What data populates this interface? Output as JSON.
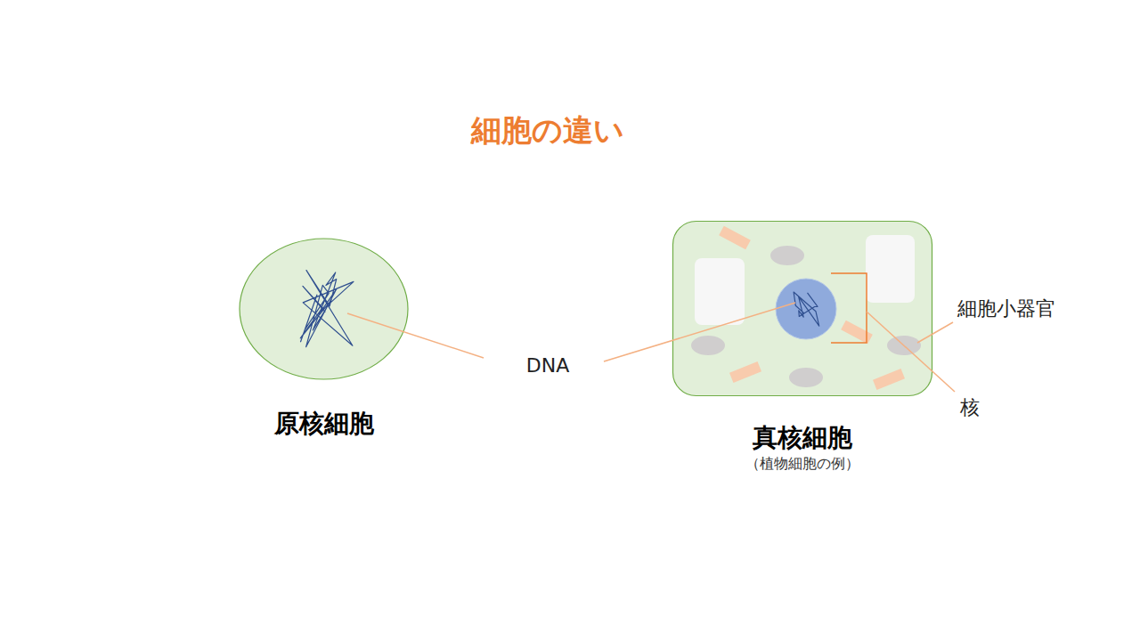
{
  "diagram": {
    "title": "細胞の違い",
    "nodes": [
      {
        "text": [
          "原核細胞"
        ]
      },
      {
        "text": [
          "真核細胞",
          "（植物細胞の例）"
        ]
      }
    ],
    "labels": [
      "DNA",
      "細胞小器官",
      "核"
    ]
  }
}
